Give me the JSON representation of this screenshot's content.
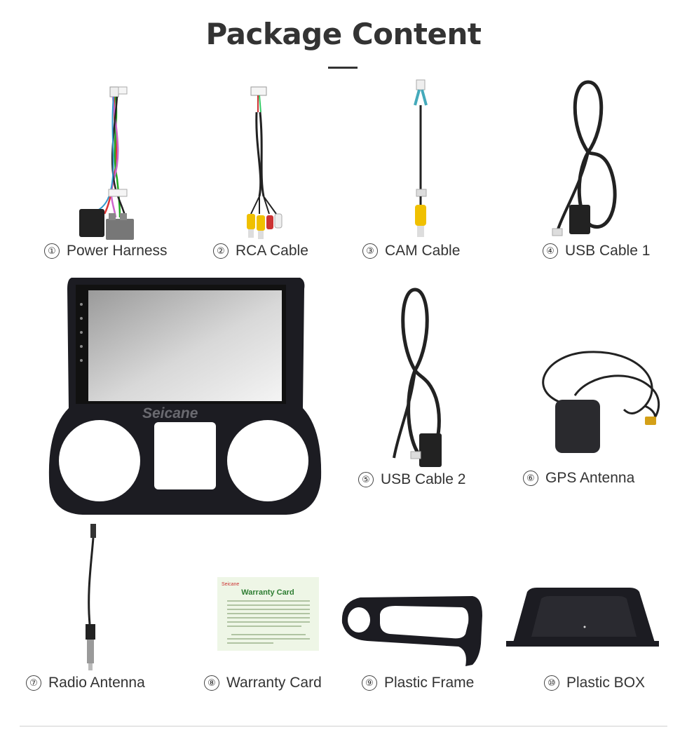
{
  "header": {
    "title": "Package Content"
  },
  "items": [
    {
      "number": "①",
      "label": "Power Harness"
    },
    {
      "number": "②",
      "label": "RCA Cable"
    },
    {
      "number": "③",
      "label": "CAM Cable"
    },
    {
      "number": "④",
      "label": "USB Cable 1"
    },
    {
      "number": "⑤",
      "label": "USB Cable 2"
    },
    {
      "number": "⑥",
      "label": "GPS Antenna"
    },
    {
      "number": "⑦",
      "label": "Radio Antenna"
    },
    {
      "number": "⑧",
      "label": "Warranty Card"
    },
    {
      "number": "⑨",
      "label": "Plastic Frame"
    },
    {
      "number": "⑩",
      "label": "Plastic BOX"
    }
  ],
  "head_unit": {
    "brand": "Seicane"
  },
  "warranty_card": {
    "brand": "Seicane",
    "heading": "Warranty Card"
  },
  "colors": {
    "text": "#333333",
    "warranty_green": "#2e7d32",
    "warranty_bg": "#eef6e6",
    "plastic": "#1c1c22"
  }
}
